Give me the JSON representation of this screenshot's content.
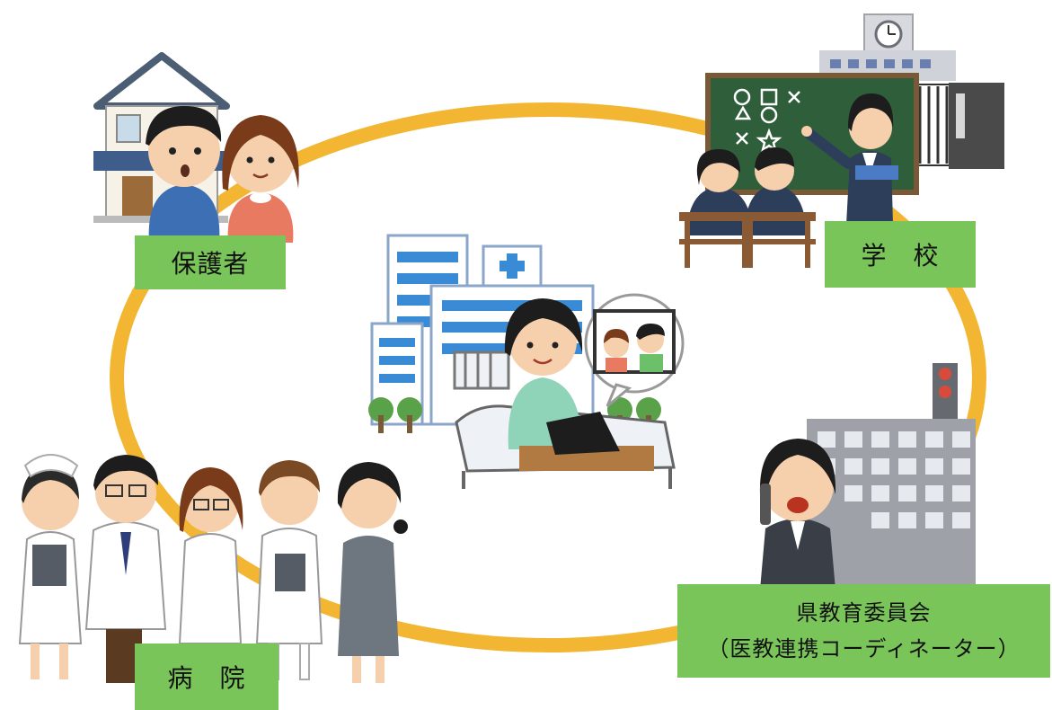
{
  "nodes": {
    "guardians": {
      "label": "保護者"
    },
    "school": {
      "label": "学　校"
    },
    "hospital": {
      "label": "病　院"
    },
    "board": {
      "label_line1": "県教育委員会",
      "label_line2": "（医教連携コーディネーター）"
    }
  },
  "colors": {
    "cycle_ring": "#f2b632",
    "label_background": "#7ac55a",
    "label_text": "#111111"
  },
  "icons": {
    "center": "hospitalized-student-video-call-illustration",
    "guardians": "parents-at-home-illustration",
    "school": "teacher-and-students-at-blackboard-illustration",
    "hospital": "hospital-staff-group-illustration",
    "board": "coordinator-on-phone-illustration"
  }
}
